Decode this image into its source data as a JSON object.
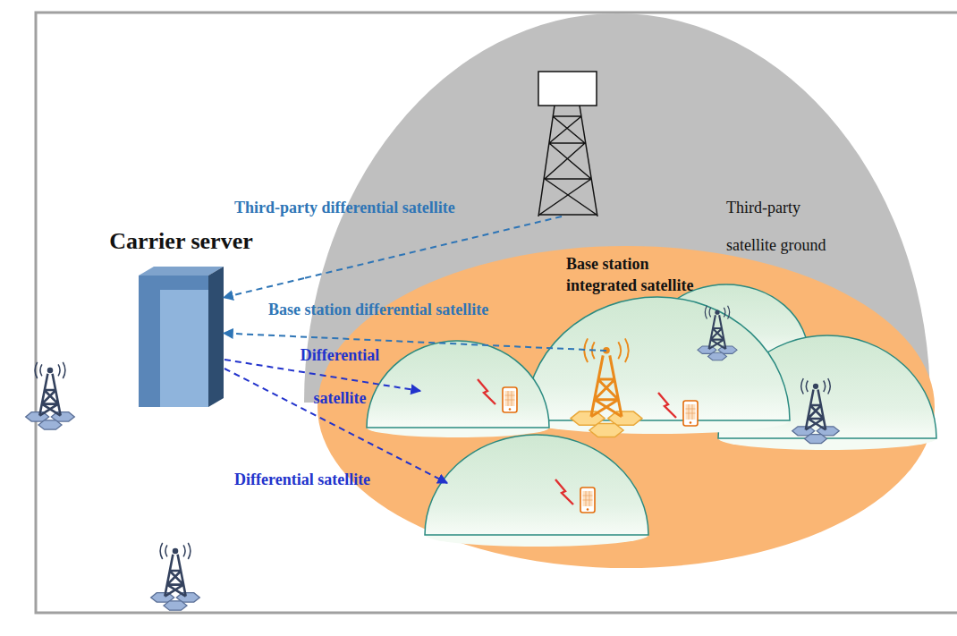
{
  "diagram": {
    "nodes": [
      {
        "text": [
          "Carrier server"
        ]
      },
      {
        "text": [
          "Third-party satellite ground"
        ]
      },
      {
        "text": [
          "Base station integrated satellite"
        ]
      }
    ],
    "edges": [
      {
        "from": 1,
        "to": 0,
        "arrow": "to",
        "label": "Third-party differential satellite"
      },
      {
        "from": 2,
        "to": 0,
        "arrow": "to",
        "label": "Base station differential satellite"
      }
    ],
    "labels": [
      "Differential satellite",
      "Differential satellite"
    ]
  }
}
